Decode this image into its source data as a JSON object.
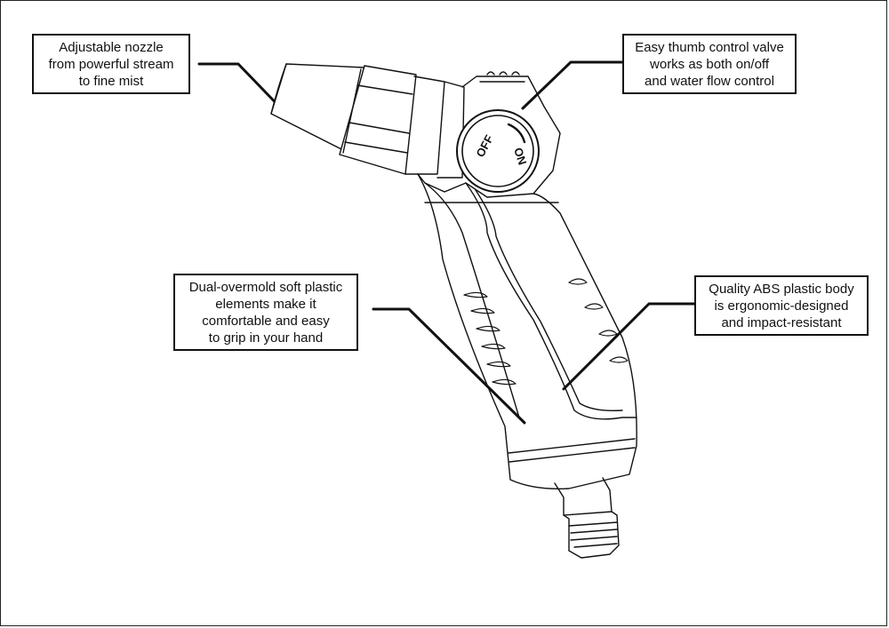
{
  "callouts": {
    "nozzle": {
      "lines": [
        "Adjustable nozzle",
        "from powerful stream",
        "to fine mist"
      ]
    },
    "valve": {
      "lines": [
        "Easy thumb control valve",
        "works as both on/off",
        "and water flow control"
      ]
    },
    "grip": {
      "lines": [
        "Dual-overmold soft plastic",
        "elements make it",
        "comfortable and easy",
        "to grip in your hand"
      ]
    },
    "body": {
      "lines": [
        "Quality ABS plastic body",
        "is ergonomic-designed",
        "and impact-resistant"
      ]
    }
  },
  "dial": {
    "off_label": "OFF",
    "on_label": "ON"
  },
  "colors": {
    "line": "#111111",
    "background": "#ffffff"
  }
}
